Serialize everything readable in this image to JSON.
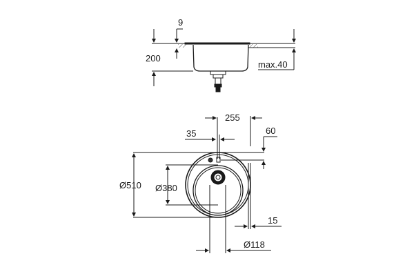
{
  "drawing": {
    "title": "Round kitchen sink technical drawing",
    "side_view": {
      "labels": {
        "rim_thickness": "9",
        "depth": "200",
        "countertop_max": "max.40"
      }
    },
    "top_view": {
      "labels": {
        "tap_offset": "255",
        "tap_hole": "35",
        "tap_distance": "60",
        "outer_diameter": "Ø510",
        "bowl_diameter": "Ø380",
        "rim_width": "15",
        "drain_diameter": "Ø118"
      }
    },
    "colors": {
      "line": "#1a1a1a",
      "background": "#ffffff",
      "hatch": "#555555"
    }
  }
}
